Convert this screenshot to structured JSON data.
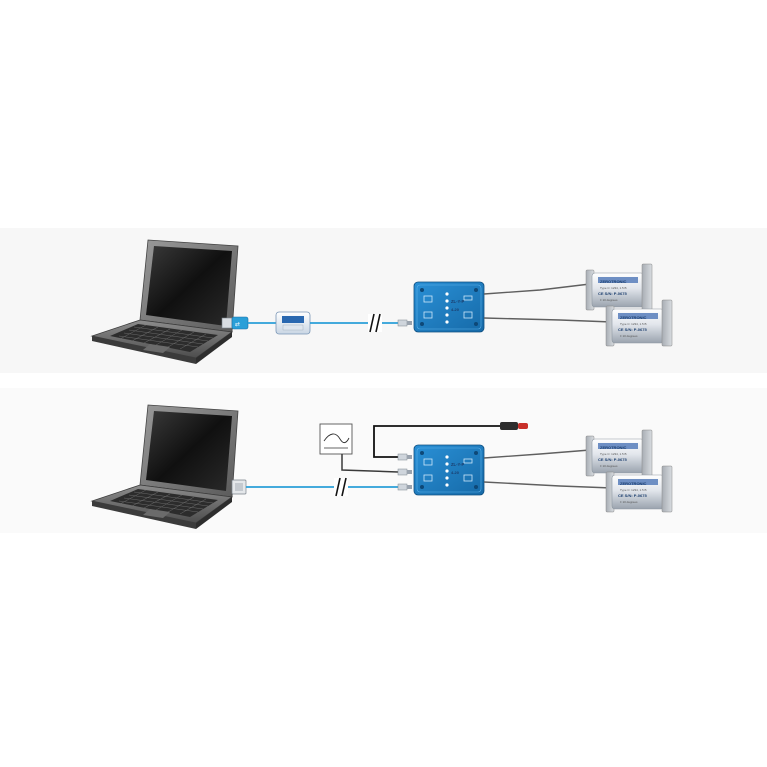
{
  "colors": {
    "cable_blue": "#2a9fd8",
    "module_blue": "#1f7fc4",
    "module_dark": "#17609a",
    "cable_grey": "#5f5f5f",
    "sensor_band": "#6e8fc4",
    "background_band": "#f6f6f6"
  },
  "sensor_label": {
    "brand": "ZEROTRONIC",
    "line2": "Type C: 1234, 1.5 B",
    "line3": "CE S/N: P-0675",
    "line4": "± 10 degrees"
  },
  "module_label": {
    "model": "ZL-Y-P",
    "port": "4-20"
  },
  "setups": [
    {
      "name": "usb-setup",
      "interface": "usb-adapter",
      "extra": "none"
    },
    {
      "name": "serial-setup",
      "interface": "serial-adapter",
      "extra": "power-supply"
    }
  ],
  "icons": [
    "laptop-icon",
    "usb-plug-icon",
    "usb-converter-icon",
    "cable-break-icon",
    "junction-module-icon",
    "inclination-sensor-icon",
    "serial-connector-icon",
    "power-supply-icon",
    "signal-plug-icon"
  ]
}
